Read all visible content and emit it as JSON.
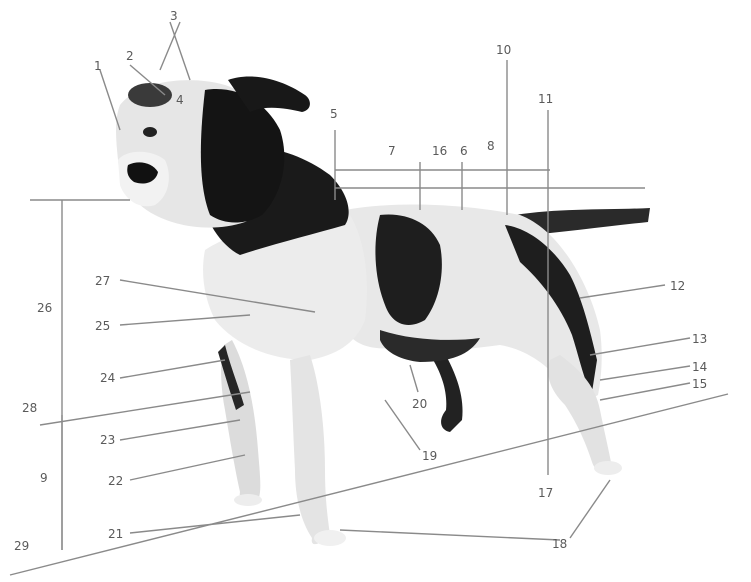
{
  "labels": {
    "l1": "1",
    "l2": "2",
    "l3": "3",
    "l4": "4",
    "l5": "5",
    "l6": "6",
    "l7": "7",
    "l8": "8",
    "l9": "9",
    "l10": "10",
    "l11": "11",
    "l12": "12",
    "l13": "13",
    "l14": "14",
    "l15": "15",
    "l16": "16",
    "l17": "17",
    "l18": "18",
    "l19": "19",
    "l20": "20",
    "l21": "21",
    "l22": "22",
    "l23": "23",
    "l24": "24",
    "l25": "25",
    "l26": "26",
    "l27": "27",
    "l28": "28",
    "l29": "29"
  },
  "colors": {
    "coat_dark": "#1c1c1c",
    "coat_light": "#ececec",
    "lines": "#8a8a8a"
  }
}
